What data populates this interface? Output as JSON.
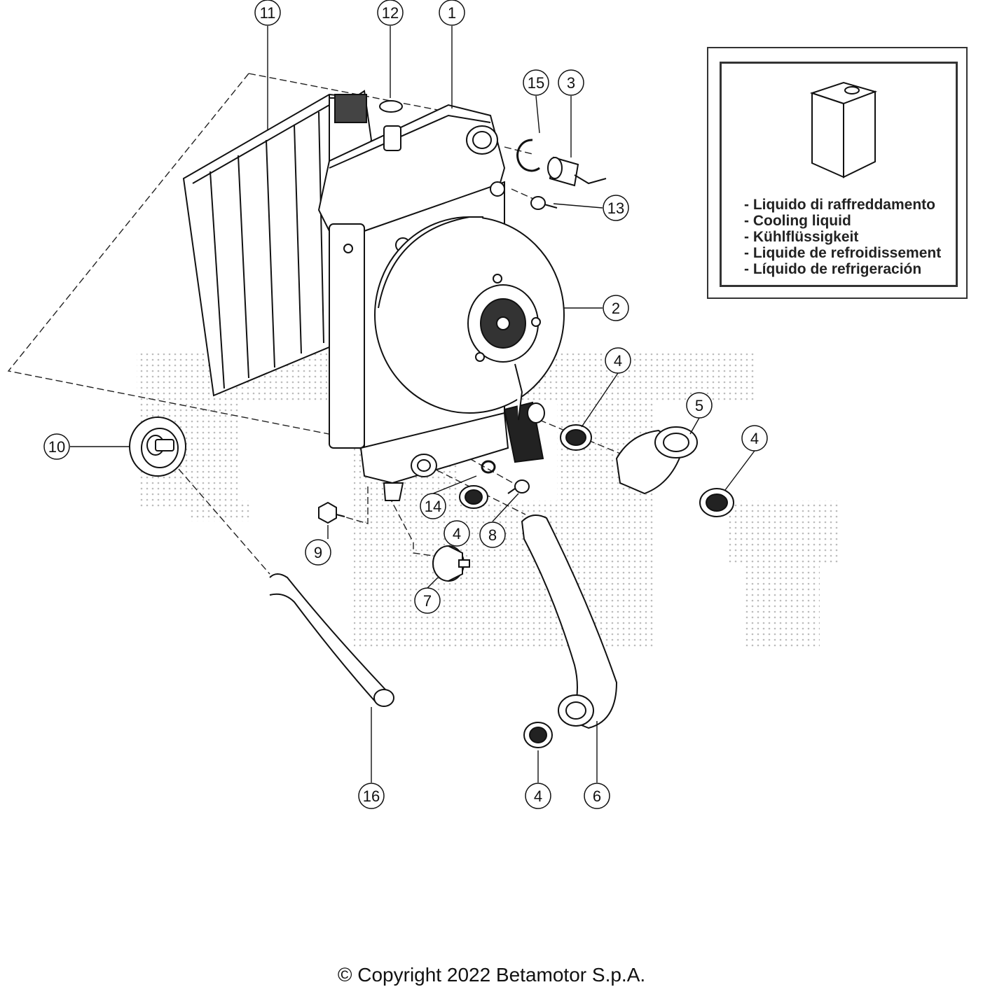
{
  "callouts": {
    "c1": "1",
    "c2": "2",
    "c3": "3",
    "c4a": "4",
    "c4b": "4",
    "c4c": "4",
    "c4d": "4",
    "c5": "5",
    "c6": "6",
    "c7": "7",
    "c8": "8",
    "c9": "9",
    "c10": "10",
    "c11": "11",
    "c12": "12",
    "c13": "13",
    "c14": "14",
    "c15": "15",
    "c16": "16"
  },
  "legend": {
    "icon": "coolant-can-icon",
    "lines": [
      "Liquido di raffreddamento",
      "Cooling liquid",
      "Kühlflüssigkeit",
      "Liquide de refroidissement",
      "Líquido de refrigeración"
    ]
  },
  "footer": {
    "copyright": "© Copyright 2022 Betamotor S.p.A."
  },
  "colors": {
    "ink": "#111111",
    "watermark_dots": "#b5b5b5"
  }
}
